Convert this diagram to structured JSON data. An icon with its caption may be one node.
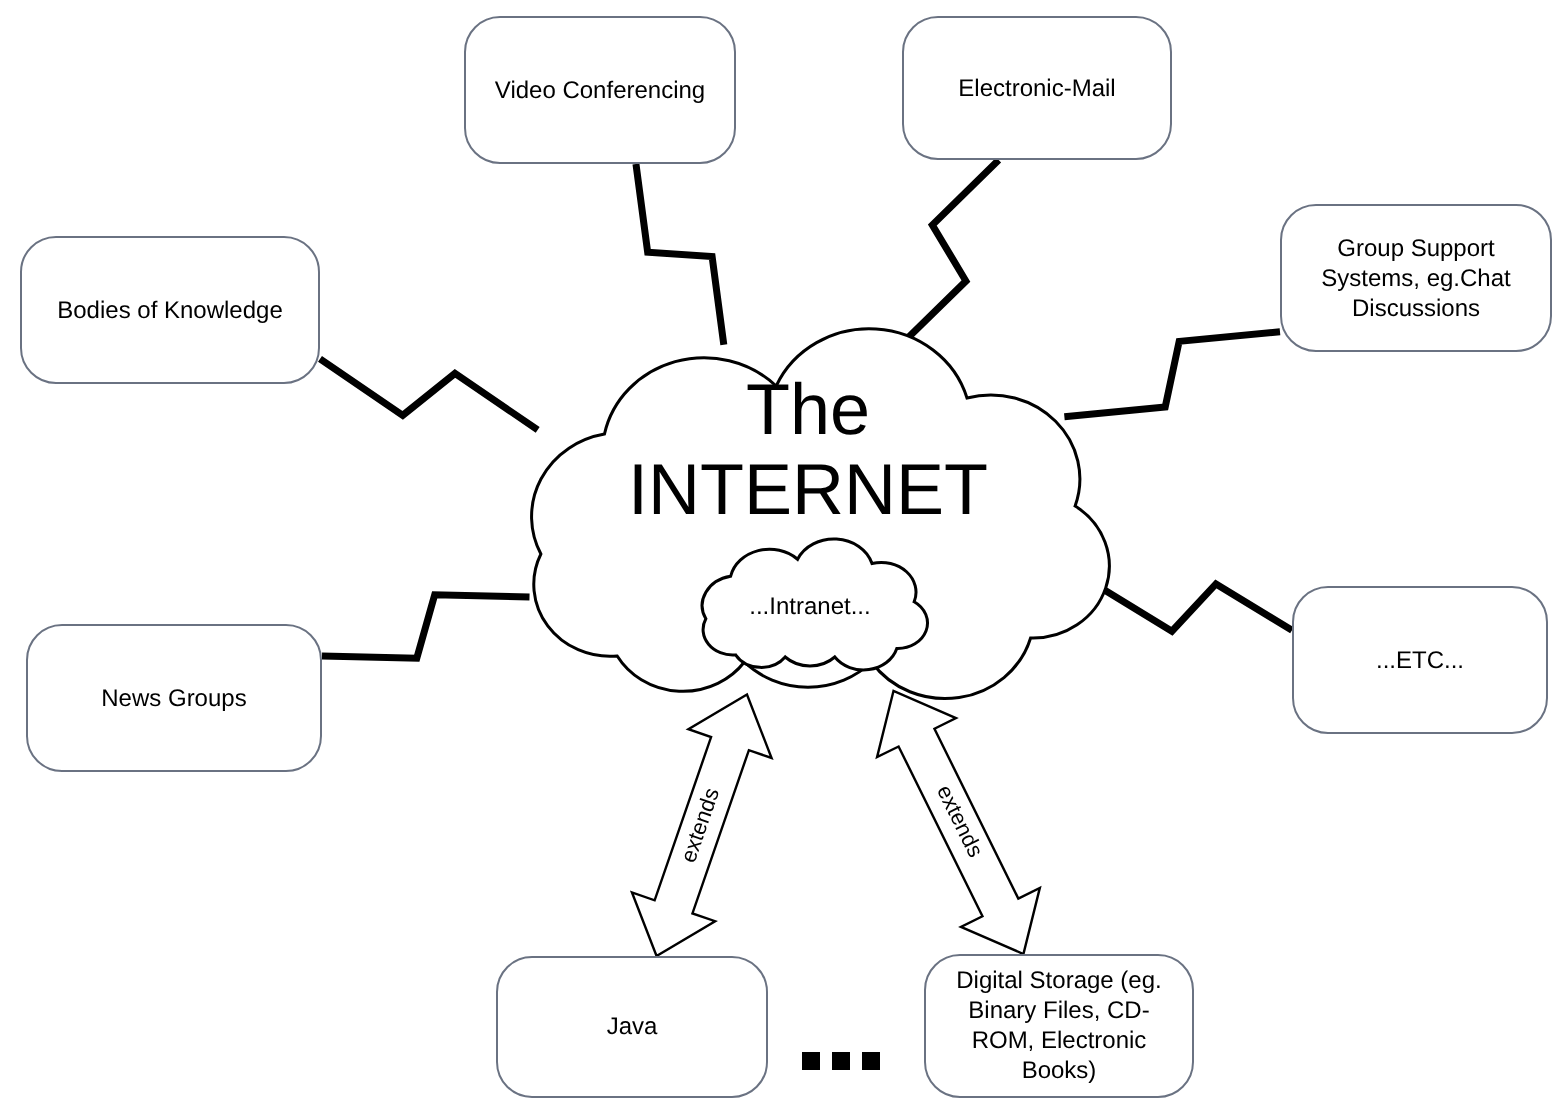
{
  "diagram": {
    "nodes": [
      {
        "text": [
          "The INTERNET"
        ]
      },
      {
        "text": [
          "...Intranet..."
        ],
        "in": 0
      },
      {
        "text": [
          "Video Conferencing"
        ]
      },
      {
        "text": [
          "Electronic-Mail"
        ]
      },
      {
        "text": [
          "Bodies of Knowledge"
        ]
      },
      {
        "text": [
          "Group Support Systems, eg.Chat Discussions"
        ]
      },
      {
        "text": [
          "News Groups"
        ]
      },
      {
        "text": [
          "...ETC..."
        ]
      },
      {
        "text": [
          "Java"
        ]
      },
      {
        "text": [
          "Digital Storage (eg. Binary Files, CD-ROM, Electronic Books)"
        ]
      }
    ],
    "edges": [
      {
        "from": 2,
        "to": 0,
        "arrow": "none"
      },
      {
        "from": 3,
        "to": 0,
        "arrow": "none"
      },
      {
        "from": 4,
        "to": 0,
        "arrow": "none"
      },
      {
        "from": 5,
        "to": 0,
        "arrow": "none"
      },
      {
        "from": 6,
        "to": 0,
        "arrow": "none"
      },
      {
        "from": 7,
        "to": 0,
        "arrow": "none"
      },
      {
        "from": 0,
        "to": 8,
        "arrow": "both",
        "label": "extends"
      },
      {
        "from": 0,
        "to": 9,
        "arrow": "both",
        "label": "extends"
      }
    ]
  }
}
